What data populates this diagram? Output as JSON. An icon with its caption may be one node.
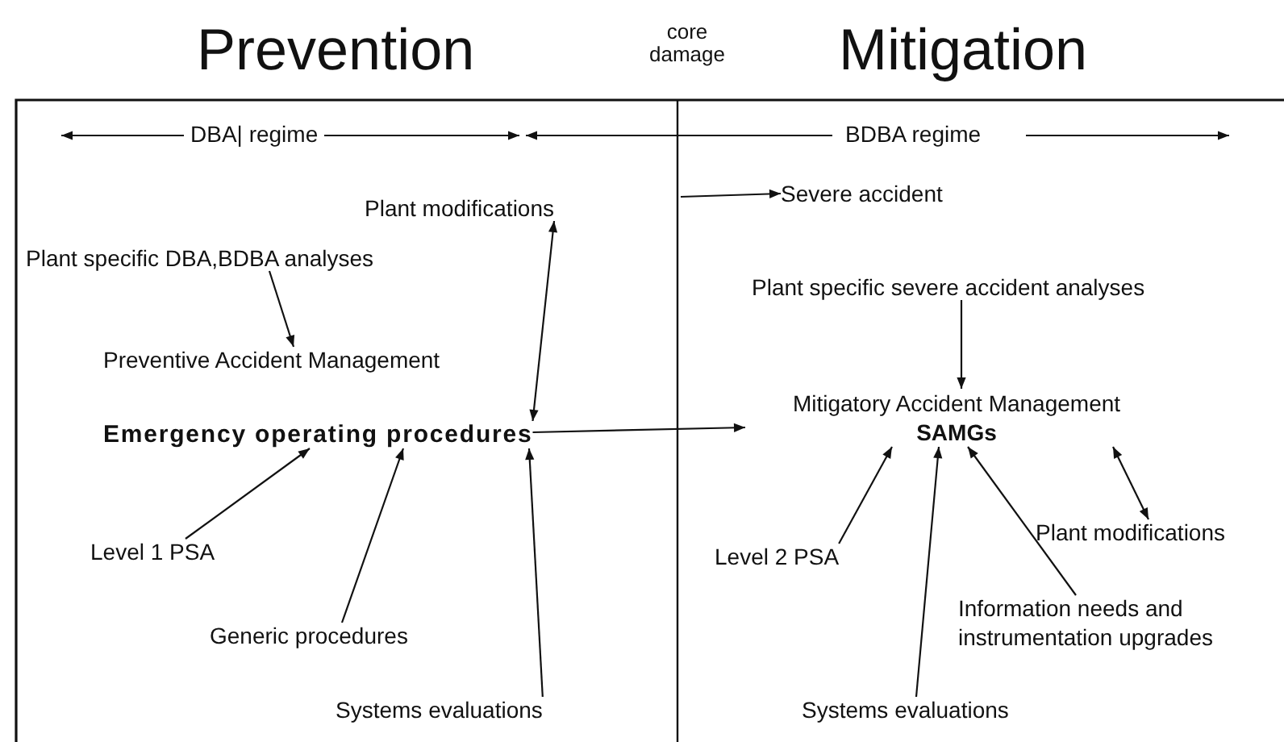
{
  "diagram": {
    "nodes": [
      {
        "text": [
          "Plant modifications"
        ]
      },
      {
        "text": [
          "Plant specific DBA,BDBA analyses"
        ]
      },
      {
        "text": [
          "Preventive Accident Management"
        ]
      },
      {
        "text": [
          "Emergency operating procedures"
        ]
      },
      {
        "text": [
          "Level 1 PSA"
        ]
      },
      {
        "text": [
          "Generic procedures"
        ]
      },
      {
        "text": [
          "Systems evaluations"
        ]
      },
      {
        "text": [
          "Severe accident"
        ]
      },
      {
        "text": [
          "Plant specific severe accident analyses"
        ]
      },
      {
        "text": [
          "Mitigatory Accident Management",
          "SAMGs"
        ]
      },
      {
        "text": [
          "Level 2 PSA"
        ]
      },
      {
        "text": [
          "Plant modifications"
        ]
      },
      {
        "text": [
          "Information needs and instrumentation upgrades"
        ]
      },
      {
        "text": [
          "Systems evaluations"
        ]
      }
    ],
    "edges": [
      {
        "from": 1,
        "to": 2,
        "arrow": "to"
      },
      {
        "from": 0,
        "to": 3,
        "arrow": "both"
      },
      {
        "from": 4,
        "to": 3,
        "arrow": "to"
      },
      {
        "from": 5,
        "to": 3,
        "arrow": "to"
      },
      {
        "from": 6,
        "to": 3,
        "arrow": "to"
      },
      {
        "from": 3,
        "to": 9,
        "arrow": "to"
      },
      {
        "from": null,
        "to": 7,
        "arrow": "to"
      },
      {
        "from": 8,
        "to": 9,
        "arrow": "to"
      },
      {
        "from": 10,
        "to": 9,
        "arrow": "to"
      },
      {
        "from": 13,
        "to": 9,
        "arrow": "to"
      },
      {
        "from": 12,
        "to": 9,
        "arrow": "to"
      },
      {
        "from": 11,
        "to": 9,
        "arrow": "both"
      }
    ],
    "labels": [
      "Prevention",
      "core damage",
      "Mitigation",
      "DBA| regime",
      "BDBA regime"
    ]
  }
}
